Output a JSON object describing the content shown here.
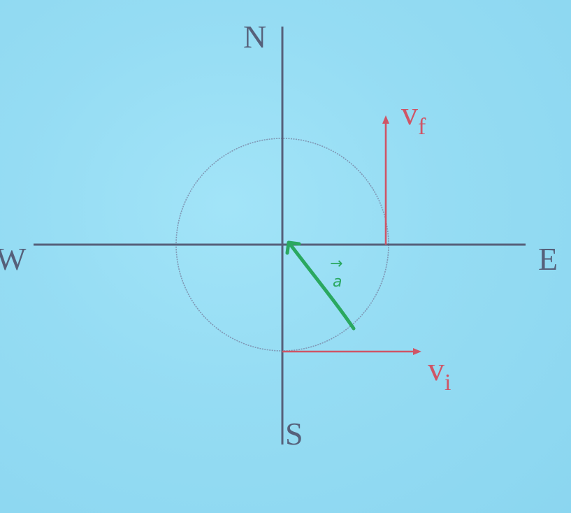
{
  "compass": {
    "north": "N",
    "south": "S",
    "east": "E",
    "west": "W"
  },
  "vectors": {
    "initial": {
      "symbol": "v",
      "subscript": "i"
    },
    "final": {
      "symbol": "v",
      "subscript": "f"
    },
    "acceleration": {
      "symbol": "a",
      "arrow_glyph": "→"
    }
  },
  "colors": {
    "background": "#95dcf3",
    "axes": "#56607a",
    "velocity": "#cf5566",
    "acceleration": "#2aa860",
    "circle": "#7a8aa8"
  }
}
